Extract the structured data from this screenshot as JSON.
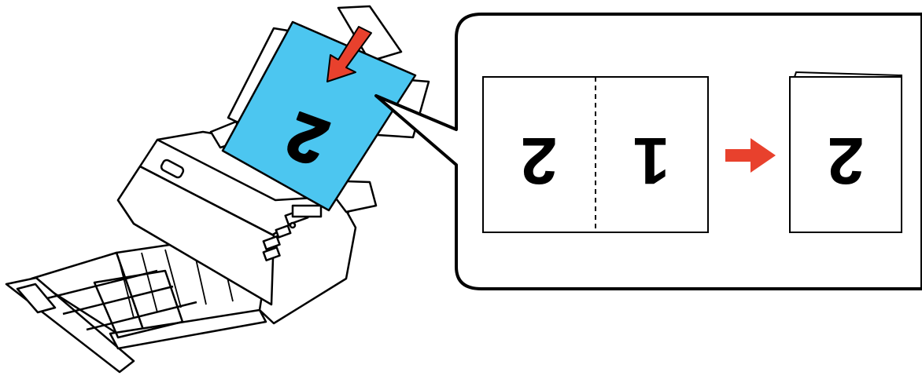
{
  "paper_digit": "2",
  "left_page_digit": "2",
  "right_page_digit": "1",
  "result_digit": "2",
  "colors": {
    "paper": "#4cc6f0",
    "arrow": "#e8412d",
    "outline": "#000000",
    "background": "#ffffff"
  }
}
